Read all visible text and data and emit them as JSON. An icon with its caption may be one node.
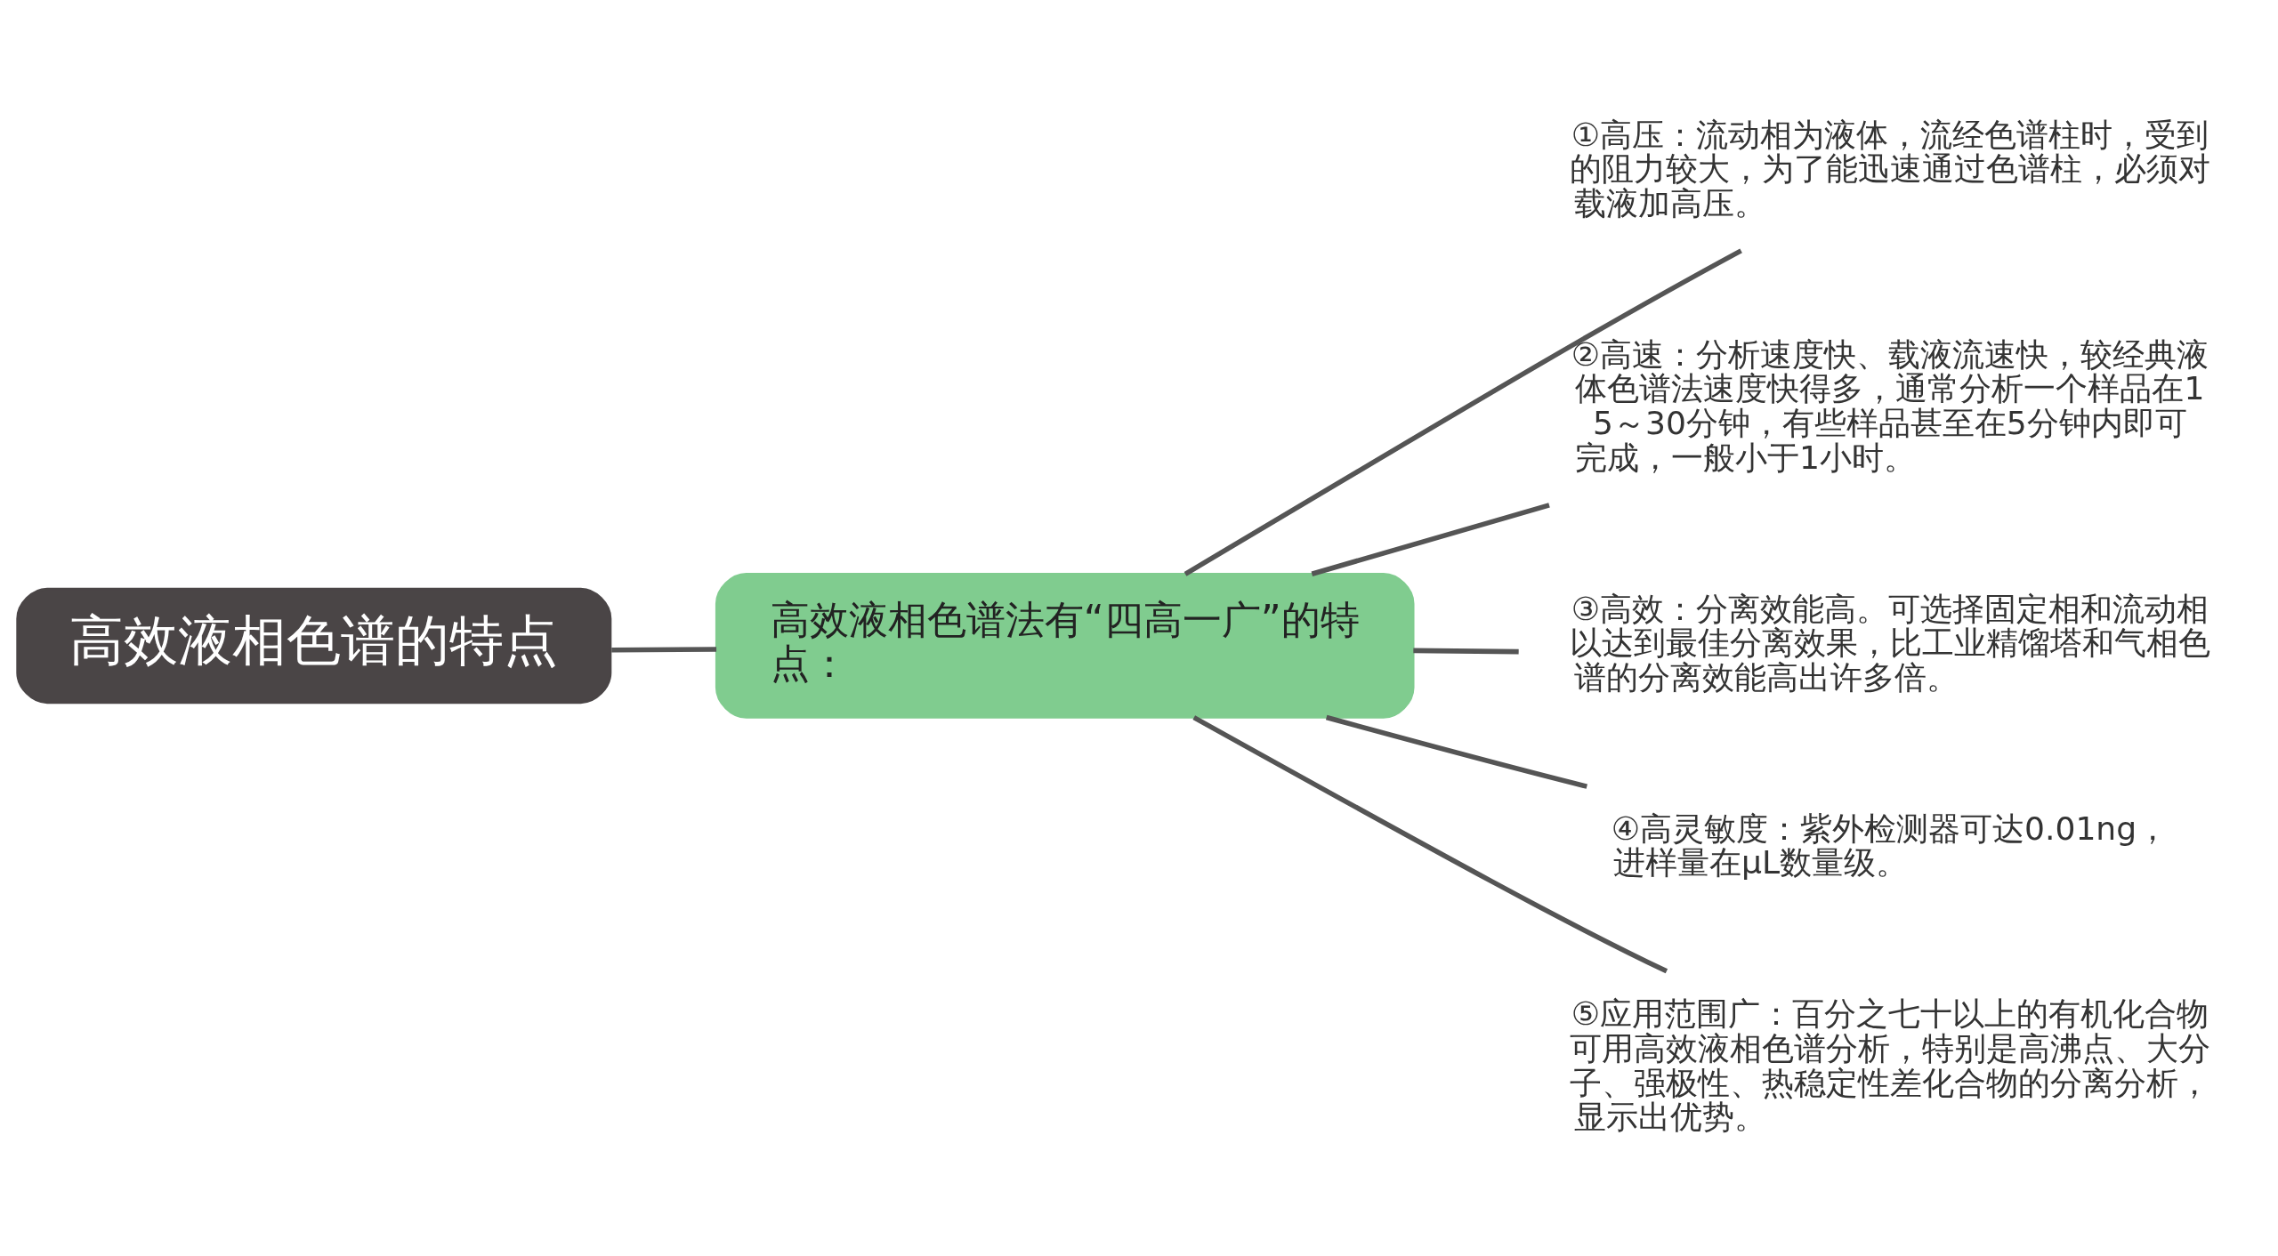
{
  "diagram": {
    "nodes": [
      {
        "text": [
          "高效液相色谱的特点"
        ]
      },
      {
        "text": [
          "高效液相色谱法有“四高一广”的特点："
        ]
      },
      {
        "text": [
          "①高压：流动相为液体，流经色谱柱时，受到的阻力较大，为了能迅速通过色谱柱，必须对载液加高压。"
        ]
      },
      {
        "text": [
          "②高速：分析速度快、载液流速快，较经典液体色谱法速度快得多，通常分析一个样品在15～30分钟，有些样品甚至在5分钟内即可完成，一般小于1小时。"
        ]
      },
      {
        "text": [
          "③高效：分离效能高。可选择固定相和流动相以达到最佳分离效果，比工业精馏塔和气相色谱的分离效能高出许多倍。"
        ]
      },
      {
        "text": [
          "④高灵敏度：紫外检测器可达0.01ng，进样量在μL数量级。"
        ]
      },
      {
        "text": [
          "⑤应用范围广：百分之七十以上的有机化合物可用高效液相色谱分析，特别是高沸点、大分子、强极性、热稳定性差化合物的分离分析，显示出优势。"
        ]
      }
    ],
    "edges": [
      {
        "from": 0,
        "to": 1,
        "arrow": "none"
      },
      {
        "from": 1,
        "to": 2,
        "arrow": "none"
      },
      {
        "from": 1,
        "to": 3,
        "arrow": "none"
      },
      {
        "from": 1,
        "to": 4,
        "arrow": "none"
      },
      {
        "from": 1,
        "to": 5,
        "arrow": "none"
      },
      {
        "from": 1,
        "to": 6,
        "arrow": "none"
      }
    ]
  }
}
